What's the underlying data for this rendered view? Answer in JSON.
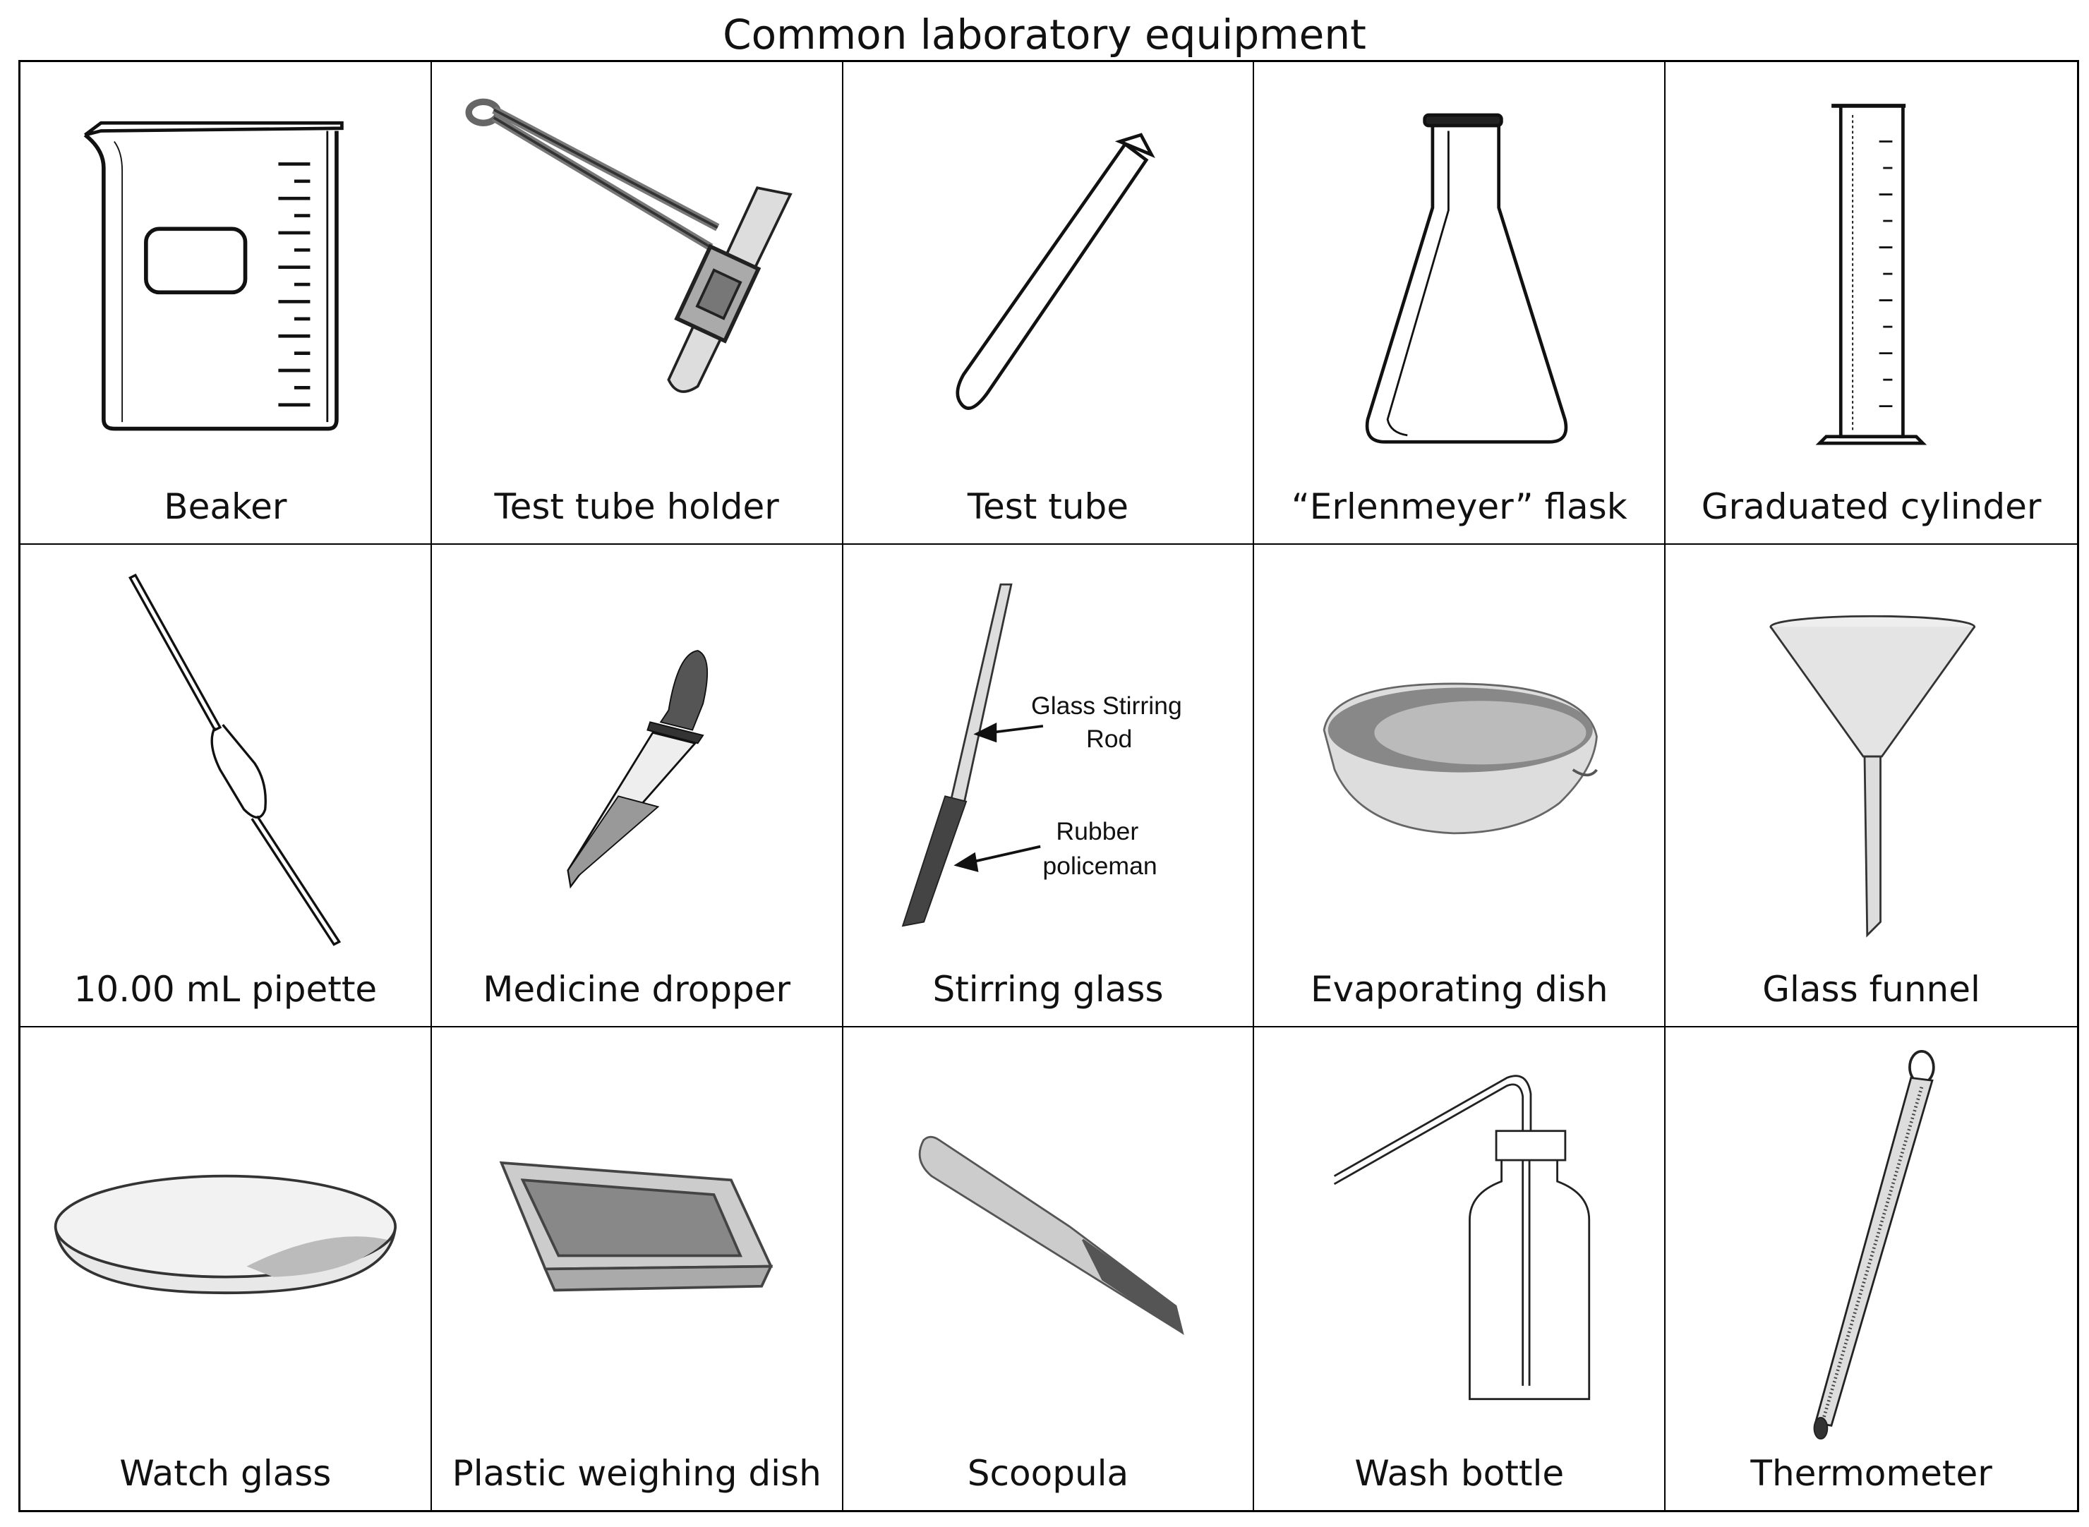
{
  "title": "Common laboratory equipment",
  "items": [
    {
      "label": "Beaker",
      "icon": "beaker-icon"
    },
    {
      "label": "Test tube holder",
      "icon": "test-tube-holder-icon"
    },
    {
      "label": "Test tube",
      "icon": "test-tube-icon"
    },
    {
      "label": "“Erlenmeyer” flask",
      "icon": "erlenmeyer-flask-icon"
    },
    {
      "label": "Graduated cylinder",
      "icon": "graduated-cylinder-icon"
    },
    {
      "label": "10.00 mL pipette",
      "icon": "pipette-icon"
    },
    {
      "label": "Medicine dropper",
      "icon": "dropper-icon"
    },
    {
      "label": "Stirring glass",
      "icon": "stirring-rod-icon",
      "annotations": [
        "Glass Stirring",
        "Rod",
        "Rubber",
        "policeman"
      ]
    },
    {
      "label": "Evaporating dish",
      "icon": "evaporating-dish-icon"
    },
    {
      "label": "Glass funnel",
      "icon": "funnel-icon"
    },
    {
      "label": "Watch glass",
      "icon": "watch-glass-icon"
    },
    {
      "label": "Plastic weighing dish",
      "icon": "weighing-dish-icon"
    },
    {
      "label": "Scoopula",
      "icon": "scoopula-icon"
    },
    {
      "label": "Wash bottle",
      "icon": "wash-bottle-icon"
    },
    {
      "label": "Thermometer",
      "icon": "thermometer-icon"
    }
  ]
}
